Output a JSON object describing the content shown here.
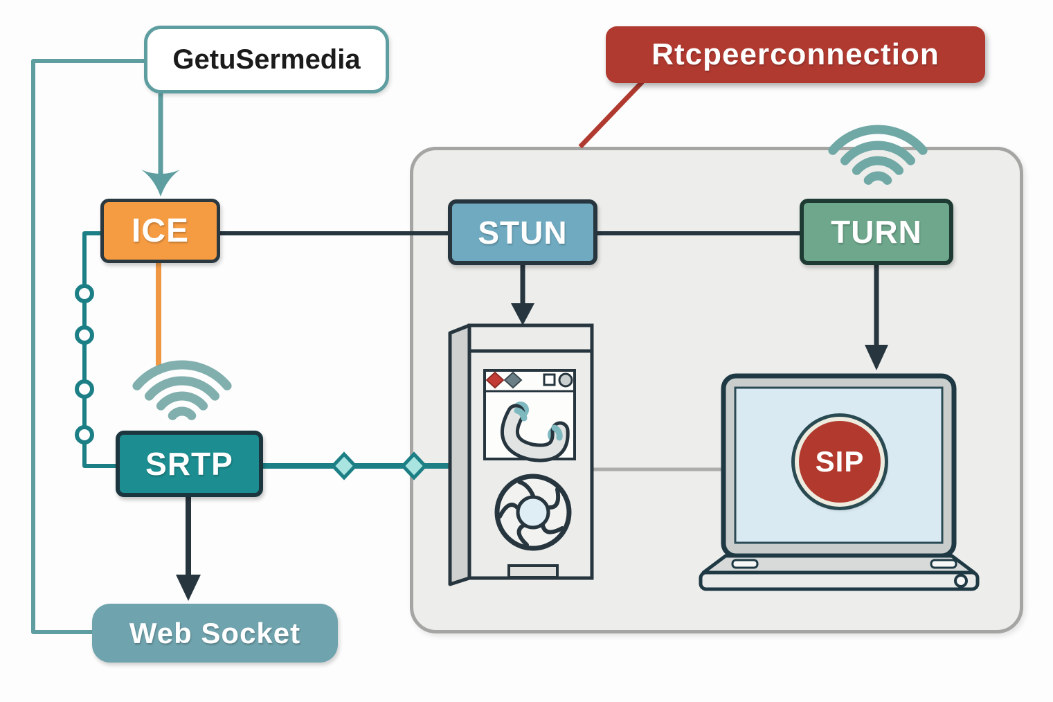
{
  "diagram": {
    "type": "webrtc-architecture-diagram",
    "nodes": {
      "getusermedia": {
        "label": "GetuSermedia"
      },
      "rtcpeerconnection": {
        "label": "Rtcpeerconnection"
      },
      "ice": {
        "label": "ICE"
      },
      "stun": {
        "label": "STUN"
      },
      "turn": {
        "label": "TURN"
      },
      "srtp": {
        "label": "SRTP"
      },
      "websocket": {
        "label": "Web Socket"
      },
      "sip": {
        "label": "SIP"
      }
    },
    "edges": [
      {
        "from": "getusermedia",
        "to": "ice",
        "style": "teal-arrow"
      },
      {
        "from": "getusermedia",
        "to": "websocket",
        "style": "teal-line"
      },
      {
        "from": "ice",
        "to": "stun",
        "style": "dark-line"
      },
      {
        "from": "stun",
        "to": "turn",
        "style": "dark-line"
      },
      {
        "from": "ice",
        "to": "wifi-left",
        "style": "orange-line"
      },
      {
        "from": "ice",
        "to": "srtp",
        "style": "beaded-teal-line-with-dots"
      },
      {
        "from": "srtp",
        "to": "server",
        "style": "teal-line-with-diamonds"
      },
      {
        "from": "stun",
        "to": "server",
        "style": "dark-arrow"
      },
      {
        "from": "turn",
        "to": "laptop",
        "style": "dark-arrow"
      },
      {
        "from": "srtp",
        "to": "websocket",
        "style": "dark-arrow"
      },
      {
        "from": "server",
        "to": "laptop",
        "style": "gray-line"
      },
      {
        "from": "rtcpeerconnection",
        "to": "panel",
        "style": "red-line"
      }
    ],
    "icons": [
      "wifi-icon-top",
      "wifi-icon-left",
      "server-icon",
      "browser-window-icon",
      "phone-handset-icon",
      "fan-icon",
      "laptop-icon",
      "sip-badge"
    ],
    "colors": {
      "ice_fill": "#F59B42",
      "stun_fill": "#6FAAC0",
      "turn_fill": "#6EA78C",
      "srtp_fill": "#1C8D90",
      "websocket_fill": "#6FA3AD",
      "rtcpeerconnection_fill": "#B13A30",
      "sip_fill": "#B2392E",
      "getusermedia_border": "#5F9EA0",
      "panel_fill": "#EDEDEB",
      "panel_border": "#A5A5A3",
      "dark_line": "#26353E",
      "teal_line": "#5F9EA0",
      "deep_teal_line": "#1C7F86",
      "orange_line": "#EF9742",
      "red_line": "#B13A30",
      "gray_line": "#ACACAA",
      "wifi_teal": "#6FA8A5",
      "laptop_screen": "#D9EAF3"
    }
  }
}
